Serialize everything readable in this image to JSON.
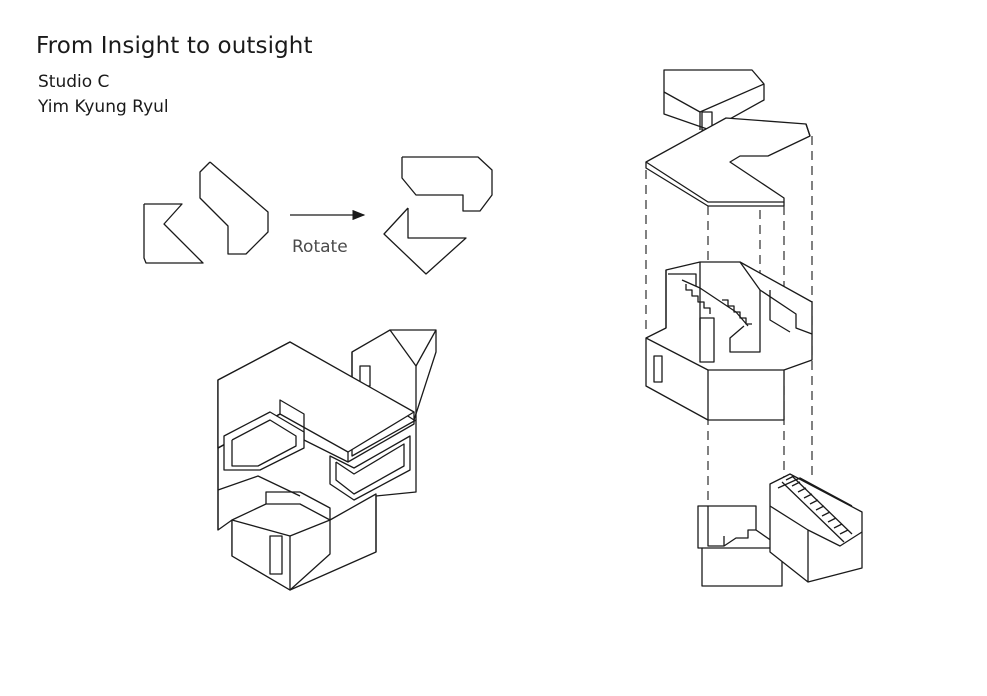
{
  "header": {
    "title": "From Insight to outsight",
    "studio": "Studio C",
    "author": "Yim Kyung Ryul"
  },
  "diagram": {
    "rotate_label": "Rotate",
    "colors": {
      "line": "#1a1a1a",
      "label": "#4a4a4a",
      "background": "#ffffff"
    }
  }
}
